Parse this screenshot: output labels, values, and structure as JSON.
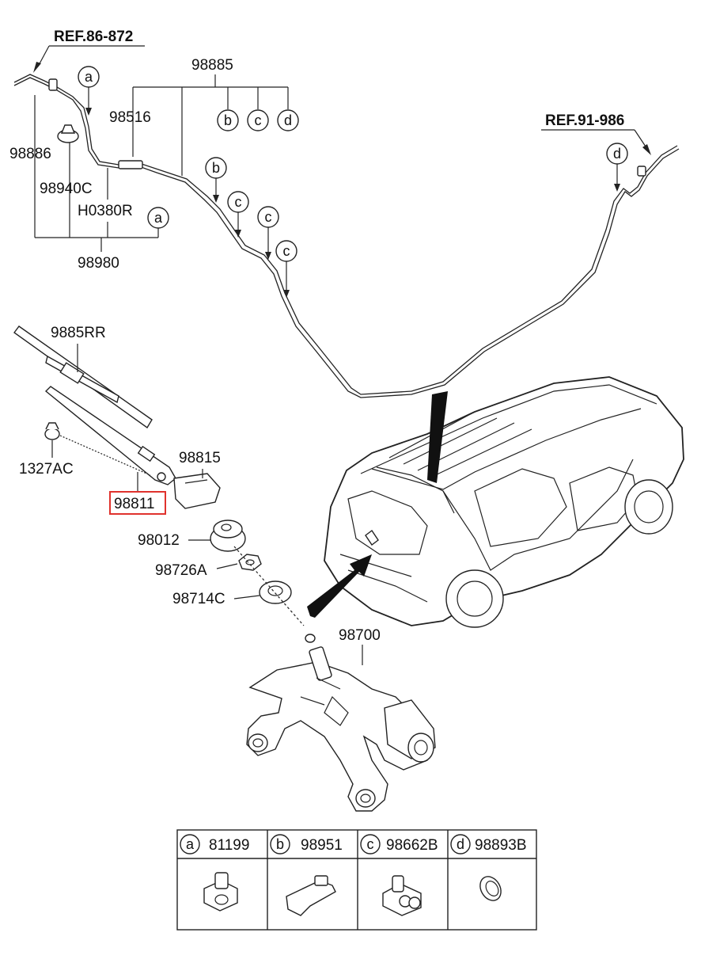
{
  "refs": {
    "ref_top_left": "REF.86-872",
    "ref_top_right": "REF.91-986"
  },
  "labels": {
    "p98885": "98885",
    "p98516": "98516",
    "p98886": "98886",
    "p98940c": "98940C",
    "ph0380r": "H0380R",
    "p98980": "98980",
    "p9885rr": "9885RR",
    "p98815": "98815",
    "p1327ac": "1327AC",
    "p98811": "98811",
    "p98012": "98012",
    "p98726a": "98726A",
    "p98714c": "98714C",
    "p98700": "98700"
  },
  "callouts": {
    "a": "a",
    "b": "b",
    "c": "c",
    "d": "d"
  },
  "highlight_color": "#e0322d",
  "legend": [
    {
      "letter": "a",
      "part": "81199"
    },
    {
      "letter": "b",
      "part": "98951"
    },
    {
      "letter": "c",
      "part": "98662B"
    },
    {
      "letter": "d",
      "part": "98893B"
    }
  ]
}
